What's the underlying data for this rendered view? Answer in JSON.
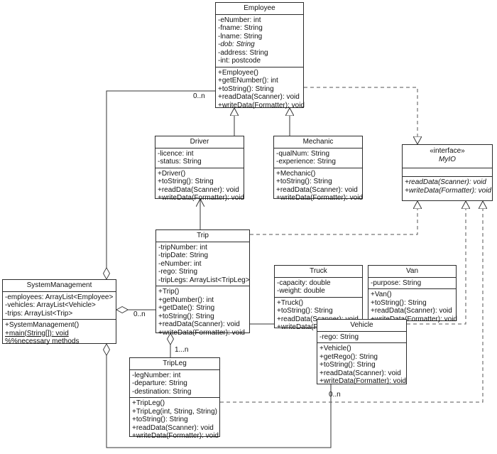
{
  "classes": {
    "employee": {
      "name": "Employee",
      "attributes": [
        "-eNumber: int",
        "-fname: String",
        "-lname: String",
        "-dob: String",
        "-address: String",
        "-int: postcode"
      ],
      "methods": [
        "+Employee()",
        "+getENumber(): int",
        "+toString(): String",
        "+readData(Scanner): void",
        "+writeData(Formatter): void"
      ]
    },
    "driver": {
      "name": "Driver",
      "attributes": [
        "-licence: int",
        "-status: String"
      ],
      "methods": [
        "+Driver()",
        "+toString(): String",
        "+readData(Scanner): void",
        "+writeData(Formatter): void"
      ]
    },
    "mechanic": {
      "name": "Mechanic",
      "attributes": [
        "-qualNum: String",
        "-experience: String"
      ],
      "methods": [
        "+Mechanic()",
        "+toString(): String",
        "+readData(Scanner): void",
        "+writeData(Formatter): void"
      ]
    },
    "myio": {
      "stereotype": "«interface»",
      "name": "MyIO",
      "methods": [
        "+readData(Scanner): void",
        "+writeData(Formatter): void"
      ]
    },
    "trip": {
      "name": "Trip",
      "attributes": [
        "-tripNumber: int",
        "-tripDate: String",
        "-eNumber: int",
        "-rego: String",
        "-tripLegs: ArrayList<TripLeg>"
      ],
      "methods": [
        "+Trip()",
        "+getNumber(): int",
        "+getDate(): String",
        "+toString(): String",
        "+readData(Scanner): void",
        "+writeData(Formatter): void"
      ]
    },
    "truck": {
      "name": "Truck",
      "attributes": [
        "-capacity: double",
        "-weight: double"
      ],
      "methods": [
        "+Truck()",
        "+toString(): String",
        "+readData(Scanner): void",
        "+writeData(Formatter): void"
      ]
    },
    "van": {
      "name": "Van",
      "attributes": [
        "-purpose: String"
      ],
      "methods": [
        "+Van()",
        "+toString(): String",
        "+readData(Scanner): void",
        "+writeData(Formatter): void"
      ]
    },
    "system": {
      "name": "SystemManagement",
      "attributes": [
        "-employees: ArrayList<Employee>",
        "-vehicles: ArrayList<Vehicle>",
        "-trips: ArrayList<Trip>"
      ],
      "methods": [
        "+SystemManagement()",
        "+main(String[]): void",
        "%%necessary methods"
      ]
    },
    "vehicle": {
      "name": "Vehicle",
      "attributes": [
        "-rego: String"
      ],
      "methods": [
        "+Vehicle()",
        "+getRego(): String",
        "+toString(): String",
        "+readData(Scanner): void",
        "+writeData(Formatter): void"
      ]
    },
    "tripleg": {
      "name": "TripLeg",
      "attributes": [
        "-legNumber: int",
        "-departure: String",
        "-destination: String"
      ],
      "methods": [
        "+TripLeg()",
        "+TripLeg(int, String, String)",
        "+toString(): String",
        "+readData(Scanner): void",
        "+writeData(Formatter): void"
      ]
    }
  },
  "multiplicities": {
    "employees": "0..n",
    "trips": "0..n",
    "triplegs": "1...n",
    "vehicles": "0..n"
  }
}
